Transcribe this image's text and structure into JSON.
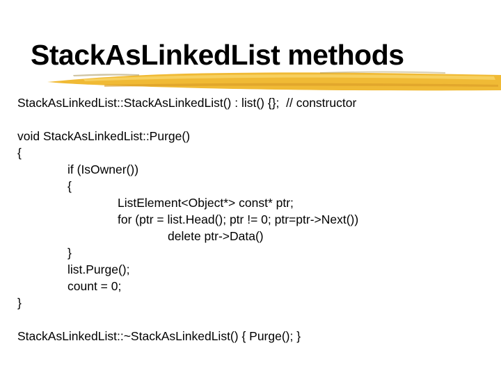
{
  "slide": {
    "title": "StackAsLinkedList methods",
    "underline": {
      "icon": "marker-stroke-underline",
      "color_main": "#F0BA35",
      "color_highlight": "#F8D466",
      "color_shadow": "#D89B26",
      "color_speck": "#A89455"
    },
    "code": {
      "lines": [
        "StackAsLinkedList::StackAsLinkedList() : list() {};  // constructor",
        "",
        "void StackAsLinkedList::Purge()",
        "{",
        "\tif (IsOwner())",
        "\t{",
        "\t\tListElement<Object*> const* ptr;",
        "\t\tfor (ptr = list.Head(); ptr != 0; ptr=ptr->Next())",
        "\t\t\tdelete ptr->Data()",
        "\t}",
        "\tlist.Purge();",
        "\tcount = 0;",
        "}",
        "",
        "StackAsLinkedList::~StackAsLinkedList() { Purge(); }"
      ]
    }
  }
}
